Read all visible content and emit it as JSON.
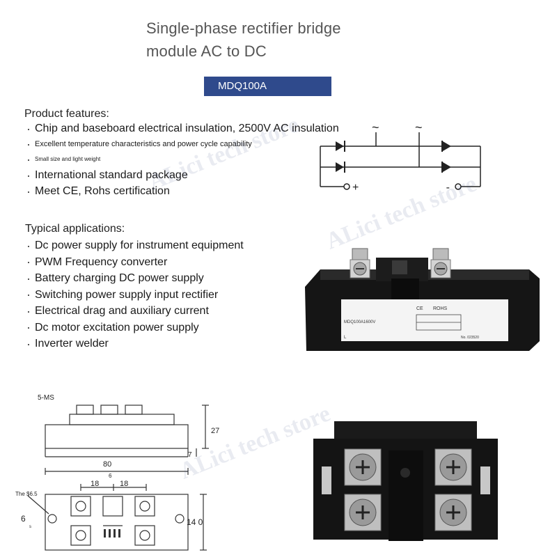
{
  "title": {
    "line1": "Single-phase rectifier bridge",
    "line2": "module AC to DC"
  },
  "model_tag": "MDQ100A",
  "features": {
    "heading": "Product features:",
    "items": [
      "Chip and baseboard electrical insulation, 2500V AC insulation",
      "Excellent temperature characteristics and power cycle capability",
      "Small size and light weight",
      "International standard package",
      "Meet CE, Rohs certification"
    ]
  },
  "applications": {
    "heading": "Typical applications:",
    "items": [
      "Dc power supply for instrument equipment",
      "PWM Frequency converter",
      "Battery charging DC power supply",
      "Switching power supply input rectifier",
      "Electrical drag and auxiliary current",
      "Dc motor excitation power supply",
      "Inverter welder"
    ]
  },
  "schematic": {
    "ac_symbol_left": "~",
    "ac_symbol_right": "~",
    "plus_label": "+",
    "minus_label": "-"
  },
  "product_label": {
    "ce": "CE",
    "rohs": "ROHS",
    "model": "MDQ100A1600V",
    "letter": "L",
    "serial": "No. 023520"
  },
  "drawing": {
    "screw_label": "5-MS",
    "dim_height": "27",
    "dim_seven": "7",
    "dim_length": "80",
    "dim_six_top": "6",
    "dim_pitch_left": "18",
    "dim_pitch_right": "18",
    "hole_label": "The $6.5",
    "dim_six_side": "6",
    "dim_small": "s",
    "dim_width": "14 0"
  },
  "watermark": "ALici tech store",
  "colors": {
    "model_tag_bg": "#2f4a8c",
    "title_gray": "#555555",
    "module_black": "#151515"
  }
}
